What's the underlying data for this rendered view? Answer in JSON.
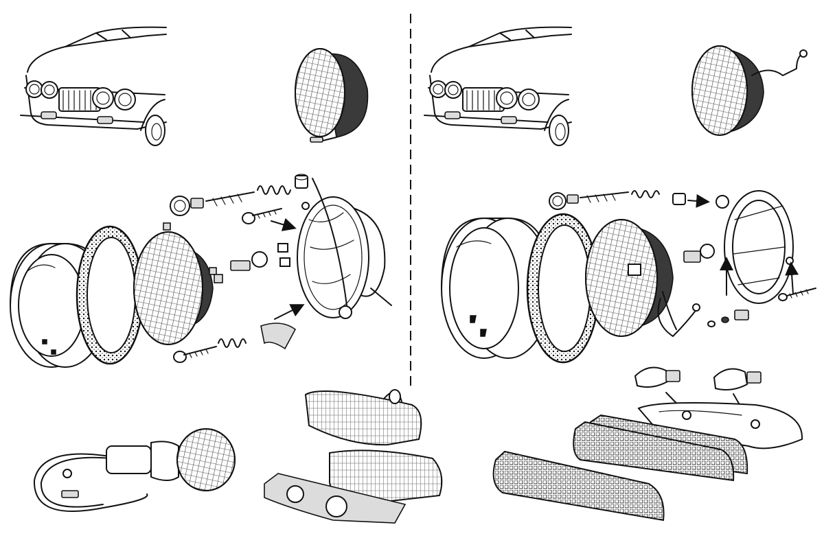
{
  "title": "",
  "caption": "",
  "colors": {
    "ink": "#111111",
    "paper": "#ffffff",
    "shade": "#dcdcdc"
  },
  "panels": [
    {
      "id": "left",
      "variant": "round headlamp with separate rim and bulb holder"
    },
    {
      "id": "right",
      "variant": "sealed-beam style headlamp with mounting bracket"
    }
  ],
  "icons": {
    "car": "car-front-icon",
    "headlamp": "headlamp-icon",
    "rim": "chrome-rim-icon",
    "bulb": "bulb-icon",
    "indicator": "indicator-lamp-icon"
  }
}
